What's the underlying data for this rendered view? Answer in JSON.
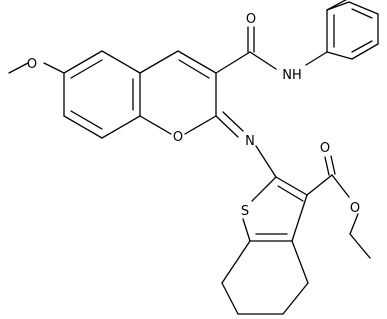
{
  "molecule": {
    "atom_labels": {
      "methoxy_oxygen": "O",
      "ring_oxygen": "O",
      "amide_oxygen": "O",
      "amide_nitrogen": "NH",
      "imine_nitrogen": "N",
      "sulfur": "S",
      "ester_carbonyl_oxygen": "O",
      "ester_ether_oxygen": "O"
    }
  }
}
